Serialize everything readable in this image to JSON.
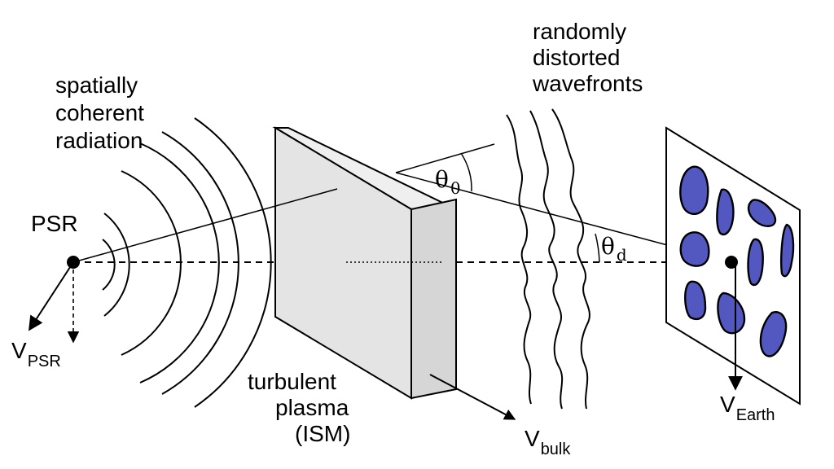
{
  "labels": {
    "psr": "PSR",
    "coherent_radiation": [
      "spatially",
      "coherent",
      "radiation"
    ],
    "wavefronts": [
      "randomly",
      "distorted",
      "wavefronts"
    ],
    "plasma": [
      "turbulent",
      "plasma",
      "(ISM)"
    ],
    "theta0": {
      "symbol": "θ",
      "subscript": "0"
    },
    "thetad": {
      "symbol": "θ",
      "subscript": "d"
    },
    "v_psr": {
      "main": "V",
      "subscript": "PSR"
    },
    "v_bulk": {
      "main": "V",
      "subscript": "bulk"
    },
    "v_earth": {
      "main": "V",
      "subscript": "Earth"
    }
  },
  "colors": {
    "ink": "#000000",
    "slab_front": "#e4e4e4",
    "slab_side": "#d6d6d6",
    "slab_top": "#efefef",
    "speckle": "#5258c0",
    "screen": "#ffffff"
  }
}
